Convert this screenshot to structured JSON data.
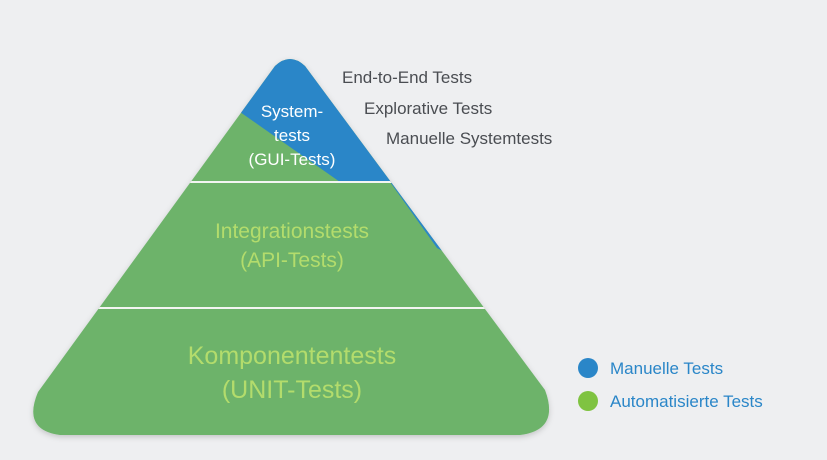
{
  "pyramid": {
    "top_label": [
      "System-",
      "tests",
      "(GUI-Tests)"
    ],
    "middle_label": [
      "Integrationstests",
      "(API-Tests)"
    ],
    "bottom_label": [
      "Komponententests",
      "(UNIT-Tests)"
    ]
  },
  "annotations": [
    "End-to-End Tests",
    "Explorative Tests",
    "Manuelle Systemtests"
  ],
  "legend": {
    "manual": "Manuelle Tests",
    "automated": "Automatisierte Tests"
  },
  "colors": {
    "background": "#eeeff1",
    "manual_blue": "#2a86c8",
    "automated_green": "#6db36a",
    "legend_green": "#7fc341",
    "label_on_green": "#b3dc6c",
    "label_on_blue": "#ffffff",
    "annotation_text": "#4a4d52",
    "legend_text": "#2a86c8",
    "divider": "#f3f5f2"
  }
}
